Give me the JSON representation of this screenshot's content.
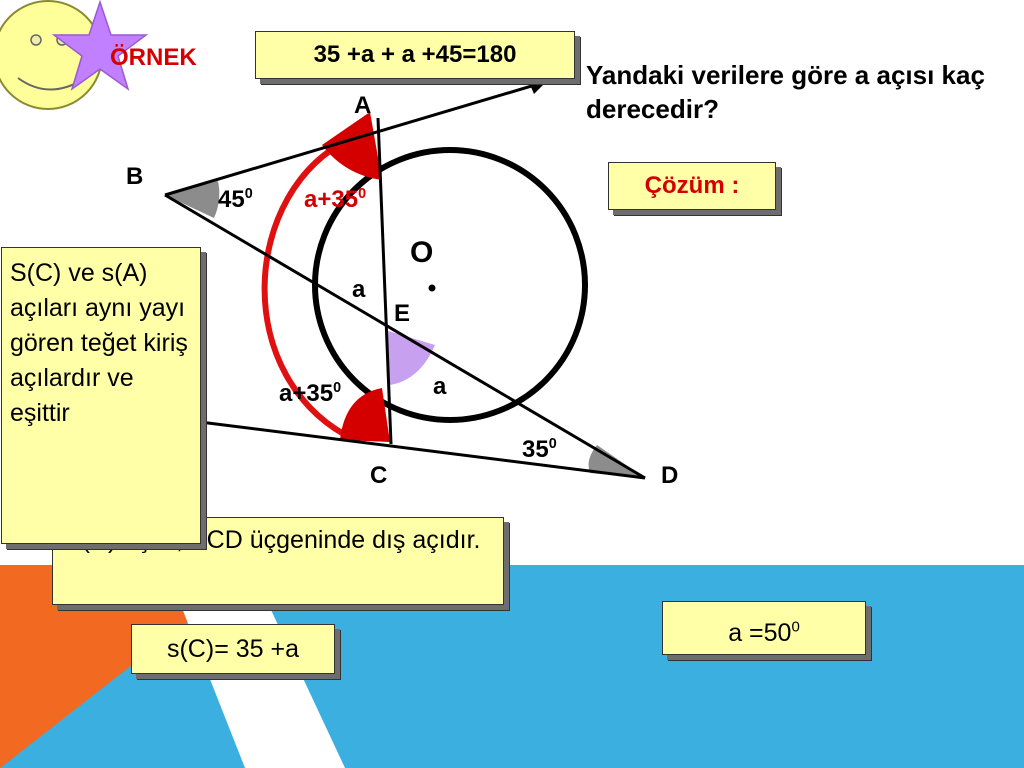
{
  "title": "ÖRNEK",
  "equation": "35 +a + a +45=180",
  "question": "Yandaki verilere göre a açısı kaç derecedir?",
  "solution_label": "Çözüm  :",
  "note_left": "S(C) ve s(A) açıları aynı yayı gören teğet kiriş açılardır ve eşittir",
  "note_exterior": "S(C) açısı, ECD üçgeninde dış açıdır.",
  "note_sc": "s(C)= 35 +a",
  "answer": {
    "base": "a =50",
    "sup": "0"
  },
  "points": {
    "A": "A",
    "B": "B",
    "C": "C",
    "D": "D",
    "E": "E",
    "O": "O"
  },
  "angles": {
    "b": {
      "base": "45",
      "sup": "0"
    },
    "a_top": {
      "base": "a+35",
      "sup": "0"
    },
    "a_bottom": {
      "base": "a+35",
      "sup": "0"
    },
    "d": {
      "base": "35",
      "sup": "0"
    },
    "a_left": "a",
    "a_right": "a"
  },
  "colors": {
    "box_fill": "#ffffa8",
    "red_arc": "#e01010",
    "angle_red": "#d40000",
    "angle_purple": "#c8a0f0",
    "angle_gray": "#8c8c8c",
    "orange": "#f26a21",
    "blue": "#3aafe0",
    "star": "#c080ff",
    "smiley": "#ffff99"
  }
}
